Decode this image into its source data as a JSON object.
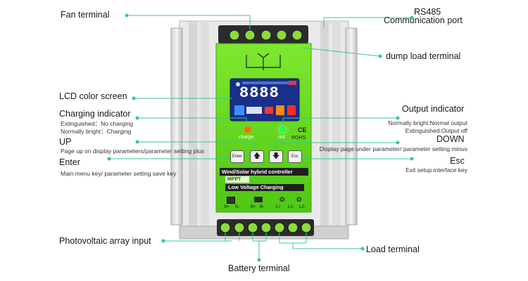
{
  "callouts": {
    "fan_terminal": "Fan terminal",
    "rs485_line1": "RS485",
    "rs485_line2": "Communication port",
    "dump_load": "dump load terminal",
    "lcd_screen": "LCD color screen",
    "charging_indicator": {
      "title": "Charging indicator",
      "line1": "Extinguished：No charging",
      "line2": "Normally bright：Charging"
    },
    "output_indicator": {
      "title": "Output indicator",
      "line1": "Normally bright:Normal output",
      "line2": "Extinguished:Output off"
    },
    "up": {
      "title": "UP",
      "desc": "Page up on display parameters/parameter setting plus"
    },
    "down": {
      "title": "DOWN",
      "desc": "Display page under parameter/ parameter setting minus"
    },
    "enter": {
      "title": "Enter",
      "desc": "Main menu key/ parameter setting save key"
    },
    "esc": {
      "title": "Esc",
      "desc": "Exit setup interface key"
    },
    "pv_input": "Photovoltaic array input",
    "load_terminal": "Load terminal",
    "battery_terminal": "Battery terminal"
  },
  "device": {
    "led_charge_label": "charge",
    "led_out_label": "out",
    "ce_mark": "CE",
    "rohs_mark": "ROHS",
    "btn_enter": "Enter",
    "btn_esc": "Esc",
    "product_name": "Wind/Solar hybrid controller",
    "mppt_label": "MPPT",
    "low_voltage_label": "Low Voltage Charging",
    "lcd_digits": "8888",
    "terminal_labels": [
      "S+",
      "S-",
      "B+",
      "B-",
      "L+",
      "L1-",
      "L2-"
    ]
  },
  "colors": {
    "panel_green": "#66dd22",
    "lcd_blue": "#1a2f8a",
    "callout_line": "#33cc88",
    "charge_led": "#ff6a00",
    "out_led": "#22ff55"
  }
}
